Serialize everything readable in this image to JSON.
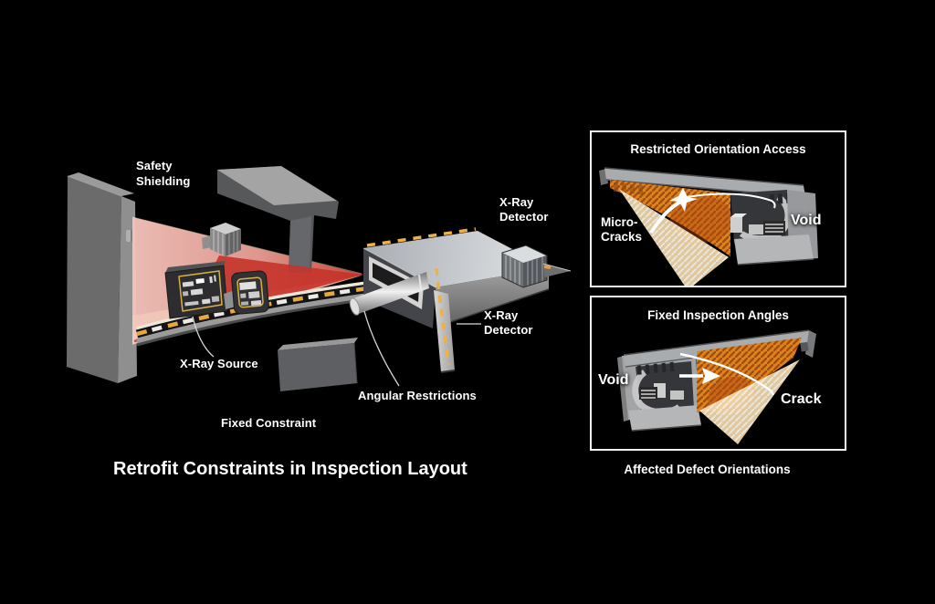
{
  "scene": {
    "title": "Retrofit Constraints in Inspection Layout",
    "labels": {
      "safety_shielding": "Safety\nShielding",
      "xray_detector_top": "X-Ray\nDetector",
      "xray_detector_side": "X-Ray\nDetector",
      "xray_source": "X-Ray Source",
      "angular_restrictions": "Angular Restrictions",
      "fixed_constraint": "Fixed Constraint"
    }
  },
  "panels": [
    {
      "title": "Restricted Orientation Access",
      "labels": {
        "left": "Micro-\nCracks",
        "right": "Void"
      }
    },
    {
      "title": "Fixed Inspection Angles",
      "labels": {
        "left": "Void",
        "right": "Crack"
      }
    }
  ],
  "caption": "Affected Defect Orientations",
  "colors": {
    "background": "#000000",
    "beam_red": "#C5332A",
    "beam_pink": "#F2BCB4",
    "warning_yellow": "#ECB14D",
    "hatch_orange": "#E0821C",
    "hatch_tan": "#F3D9A9",
    "panel_border": "#F2F2F2",
    "machine_gray": "#A8ACAE",
    "text": "#FFFFFF"
  }
}
